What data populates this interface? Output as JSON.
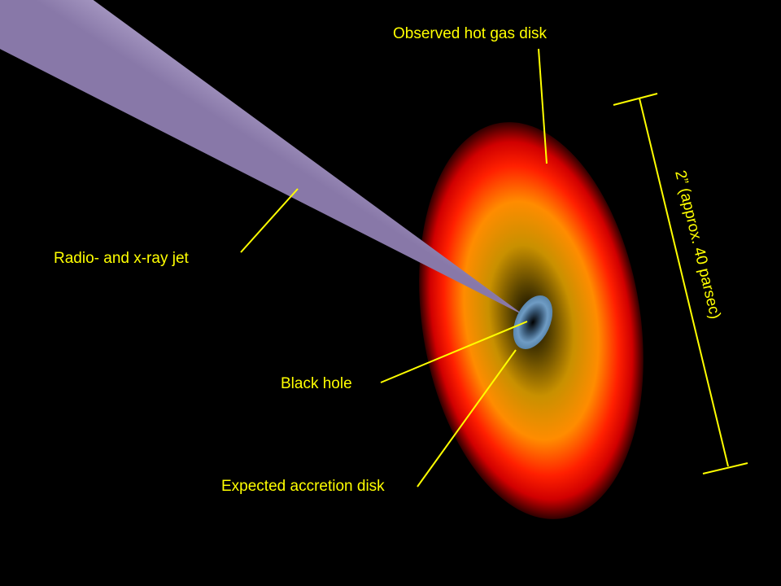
{
  "labels": {
    "gas_disk": "Observed hot gas disk",
    "jet": "Radio- and x-ray jet",
    "black_hole": "Black hole",
    "accretion_disk": "Expected accretion disk",
    "scale": "2” (approx. 40 parsec)"
  },
  "colors": {
    "label": "#ffff00",
    "jet": "#b8aad0",
    "accretion": "#6f9cc4",
    "gas_outer": "#ff0000",
    "gas_inner": "#ff9900"
  }
}
